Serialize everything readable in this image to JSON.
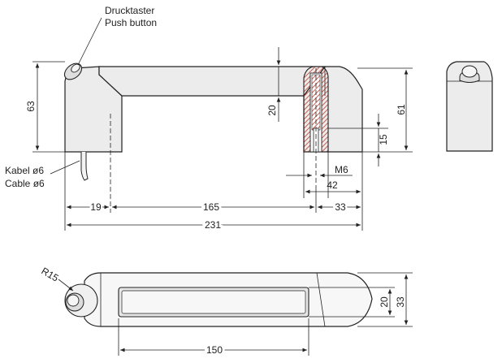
{
  "labels": {
    "push_de": "Drucktaster",
    "push_en": "Push button",
    "cable_de": "Kabel ø6",
    "cable_en": "Cable ø6",
    "thread": "M6",
    "radius": "R15"
  },
  "dimensions": {
    "height_left": "63",
    "height_right": "61",
    "bar_thickness": "20",
    "thread_depth": "15",
    "offset_left": "19",
    "center_distance": "165",
    "overall_length": "231",
    "foot_width": "42",
    "foot_end": "33",
    "top_view_length": "150",
    "top_width_inner": "20",
    "top_width_outer": "33"
  },
  "colors": {
    "line": "#222222",
    "fill": "#ececec",
    "section": "#c0392b"
  }
}
